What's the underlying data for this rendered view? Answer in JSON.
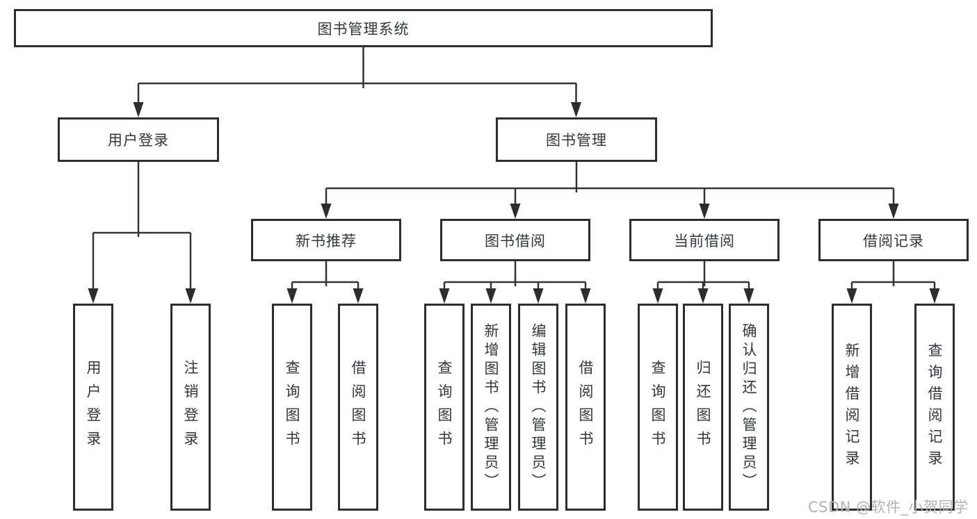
{
  "diagram": {
    "root": "图书管理系统",
    "level2": [
      "用户登录",
      "图书管理"
    ],
    "level3": [
      "新书推荐",
      "图书借阅",
      "当前借阅",
      "借阅记录"
    ],
    "leaves": [
      [
        "用户登录",
        "注销登录"
      ],
      [
        "查询图书",
        "借阅图书"
      ],
      [
        "查询图书",
        "新增图书（管理员）",
        "编辑图书（管理员）",
        "借阅图书"
      ],
      [
        "查询图书",
        "归还图书",
        "确认归还（管理员）"
      ],
      [
        "新增借阅记录",
        "查询借阅记录"
      ]
    ]
  },
  "watermark": "CSDN @软件_小贺同学",
  "colors": {
    "line": "#333333",
    "text": "#33363b",
    "watermark": "#b3b3b3",
    "background": "#ffffff"
  }
}
